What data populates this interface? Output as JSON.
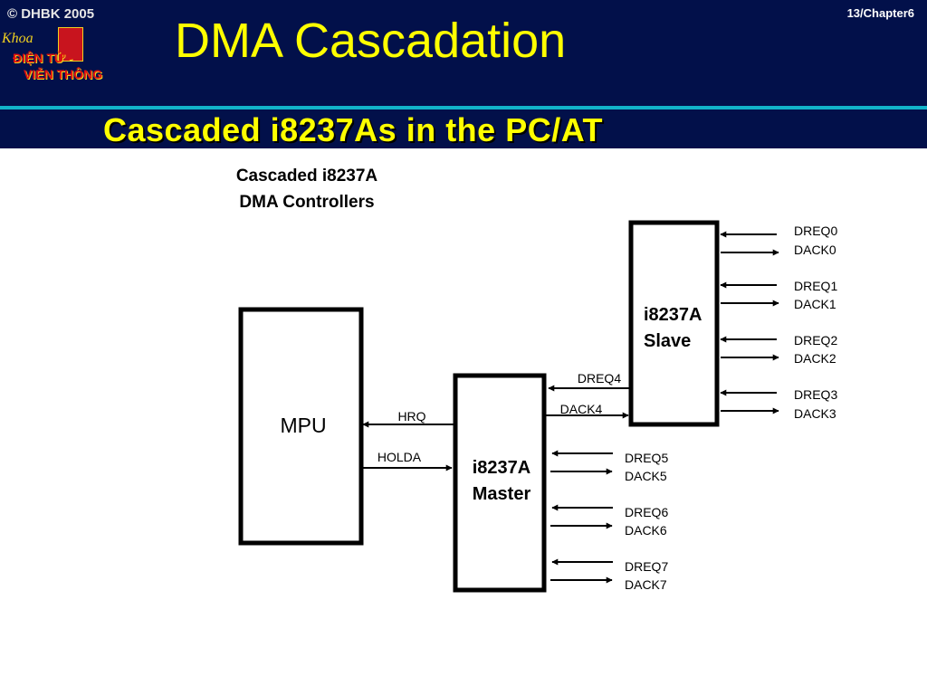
{
  "header": {
    "copyright": "© DHBK 2005",
    "page": "13/Chapter6",
    "title": "DMA Cascadation",
    "subtitle": "Cascaded i8237As in the PC/AT"
  },
  "logo": {
    "word": "Khoa",
    "line1": "ĐIỆN TỬ -",
    "line2": "VIỄN THÔNG"
  },
  "diagram": {
    "caption_line1": "Cascaded i8237A",
    "caption_line2": "DMA Controllers",
    "mpu_label": "MPU",
    "master_line1": "i8237A",
    "master_line2": "Master",
    "slave_line1": "i8237A",
    "slave_line2": "Slave",
    "hrq": "HRQ",
    "holda": "HOLDA",
    "dreq4": "DREQ4",
    "dack4": "DACK4",
    "slave_channels": [
      {
        "dreq": "DREQ0",
        "dack": "DACK0"
      },
      {
        "dreq": "DREQ1",
        "dack": "DACK1"
      },
      {
        "dreq": "DREQ2",
        "dack": "DACK2"
      },
      {
        "dreq": "DREQ3",
        "dack": "DACK3"
      }
    ],
    "master_channels": [
      {
        "dreq": "DREQ5",
        "dack": "DACK5"
      },
      {
        "dreq": "DREQ6",
        "dack": "DACK6"
      },
      {
        "dreq": "DREQ7",
        "dack": "DACK7"
      }
    ]
  }
}
